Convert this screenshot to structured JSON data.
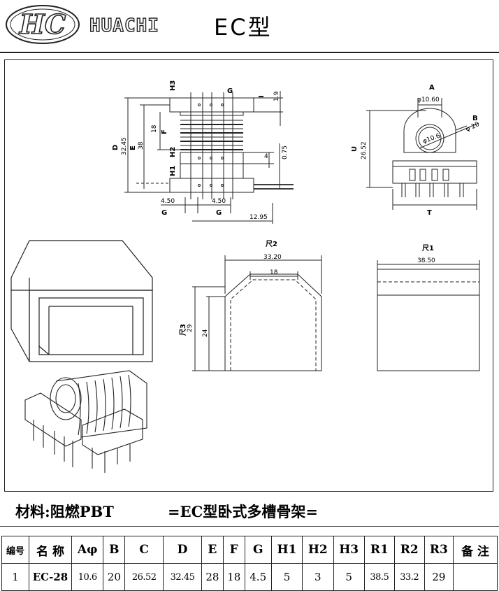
{
  "header": {
    "logo_text": "HC",
    "brand": "HUACHI",
    "type_title": "EC型"
  },
  "drawing": {
    "dims": {
      "H3": "H3",
      "G_top": "G",
      "I": "I",
      "val_1_9": "1.9",
      "D": "D",
      "val_32_45": "32.45",
      "E": "E",
      "val_38": "38",
      "val_18": "18",
      "F": "F",
      "H2": "H2",
      "val_0_75": "0.75",
      "val_4": "4",
      "H1": "H1",
      "val_4_50_a": "4.50",
      "val_4_50_b": "4.50",
      "G_left": "G",
      "G_mid": "G",
      "val_12_95": "12.95",
      "A": "A",
      "phi_10_60": "φ10.60",
      "B": "B",
      "phi_20": "φ 20",
      "phi_10_6": "φ10.6",
      "U": "U",
      "val_26_52": "26.52",
      "T": "T"
    },
    "views": {
      "r2_label": "尺2",
      "r2_value": "33.20",
      "r2_inner": "18",
      "r3_label": "尺3",
      "r3_value": "29",
      "r3_inner": "24",
      "r1_label": "尺1",
      "r1_value": "38.50"
    }
  },
  "footer": {
    "material": "材料:阻燃PBT",
    "subtitle": "=EC型卧式多槽骨架="
  },
  "table": {
    "headers": [
      "编号",
      "名 称",
      "Aφ",
      "B",
      "C",
      "D",
      "E",
      "F",
      "G",
      "H1",
      "H2",
      "H3",
      "R1",
      "R2",
      "R3",
      "备 注"
    ],
    "rows": [
      [
        "1",
        "EC-28",
        "10.6",
        "20",
        "26.52",
        "32.45",
        "28",
        "18",
        "4.5",
        "5",
        "3",
        "5",
        "38.5",
        "33.2",
        "29",
        ""
      ]
    ]
  }
}
